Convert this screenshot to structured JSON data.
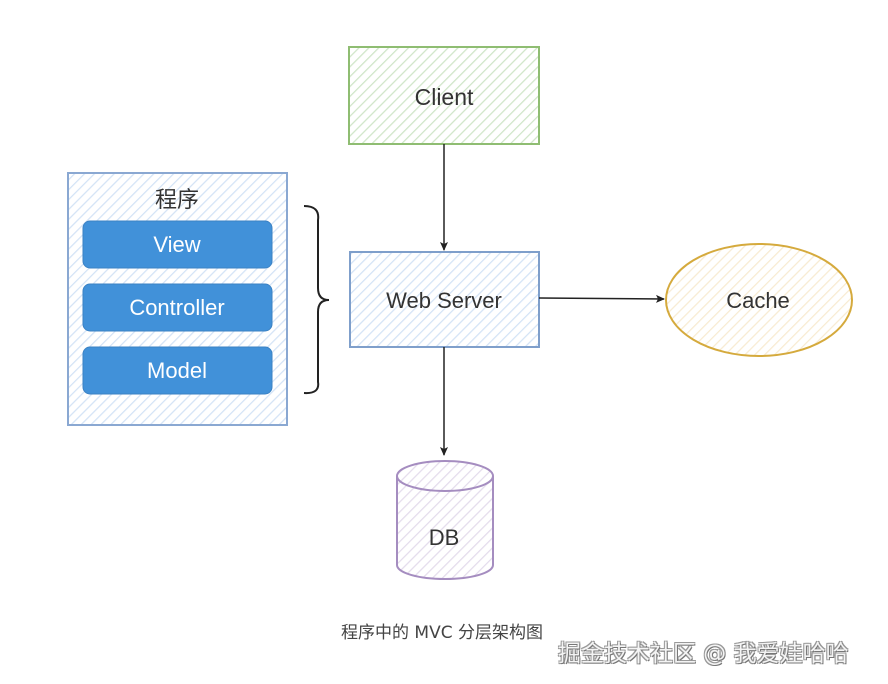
{
  "diagram": {
    "title": "程序中的MVC分层架构图",
    "nodes": {
      "client": {
        "label": "Client",
        "shape": "rectangle",
        "stroke": "#82b366",
        "fill": "#d5e8d4"
      },
      "web_server": {
        "label": "Web Server",
        "shape": "rectangle",
        "stroke": "#6c8ebf",
        "fill": "#dae8fc"
      },
      "cache": {
        "label": "Cache",
        "shape": "ellipse",
        "stroke": "#d6b656",
        "fill": "#fff2cc"
      },
      "db": {
        "label": "DB",
        "shape": "cylinder",
        "stroke": "#9673a6",
        "fill": "#e1d5e7"
      },
      "program": {
        "label": "程序",
        "shape": "container",
        "stroke": "#6c8ebf",
        "fill": "#dae8fc",
        "layers": [
          {
            "label": "View"
          },
          {
            "label": "Controller"
          },
          {
            "label": "Model"
          }
        ],
        "layer_fill": "#4191d9"
      }
    },
    "edges": [
      {
        "from": "Client",
        "to": "Web Server"
      },
      {
        "from": "Web Server",
        "to": "Cache"
      },
      {
        "from": "Web Server",
        "to": "DB"
      }
    ],
    "brace": {
      "groups": "程序",
      "points_to": "Web Server"
    }
  },
  "caption": "程序中的 MVC 分层架构图",
  "watermark": "掘金技术社区 @ 我爱娃哈哈"
}
